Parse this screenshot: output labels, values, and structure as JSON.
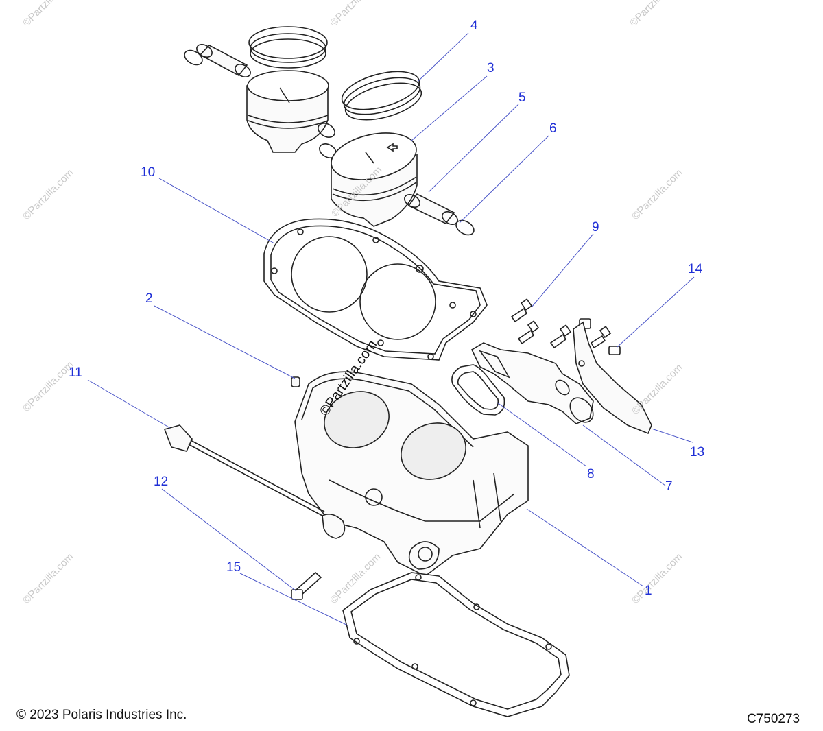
{
  "callouts": [
    "1",
    "2",
    "3",
    "4",
    "5",
    "6",
    "7",
    "8",
    "9",
    "10",
    "11",
    "12",
    "13",
    "14",
    "15"
  ],
  "watermark": "©Partzilla.com",
  "copyright": "© 2023 Polaris Industries Inc.",
  "diagram_code": "C750273",
  "colors": {
    "callout_text": "#1f2fd6",
    "leader_line": "#4a55c8",
    "part_line": "#222222"
  }
}
